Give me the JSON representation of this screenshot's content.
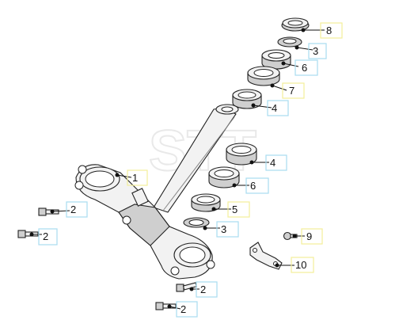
{
  "watermark": "STT",
  "callouts": [
    {
      "id": "c8",
      "label": "8",
      "box": "yellow"
    },
    {
      "id": "c3a",
      "label": "3",
      "box": "blue"
    },
    {
      "id": "c6a",
      "label": "6",
      "box": "blue"
    },
    {
      "id": "c7",
      "label": "7",
      "box": "yellow"
    },
    {
      "id": "c4a",
      "label": "4",
      "box": "blue"
    },
    {
      "id": "c1",
      "label": "1",
      "box": "yellow"
    },
    {
      "id": "c4b",
      "label": "4",
      "box": "blue"
    },
    {
      "id": "c6b",
      "label": "6",
      "box": "blue"
    },
    {
      "id": "c5",
      "label": "5",
      "box": "yellow"
    },
    {
      "id": "c3b",
      "label": "3",
      "box": "blue"
    },
    {
      "id": "c9",
      "label": "9",
      "box": "yellow"
    },
    {
      "id": "c10",
      "label": "10",
      "box": "yellow"
    },
    {
      "id": "c2a",
      "label": "2",
      "box": "blue"
    },
    {
      "id": "c2b",
      "label": "2",
      "box": "blue"
    },
    {
      "id": "c2c",
      "label": "2",
      "box": "blue"
    },
    {
      "id": "c2d",
      "label": "2",
      "box": "blue"
    }
  ],
  "colors": {
    "yellow": "#f3ee9a",
    "blue": "#a8dcef",
    "line": "#111111"
  }
}
